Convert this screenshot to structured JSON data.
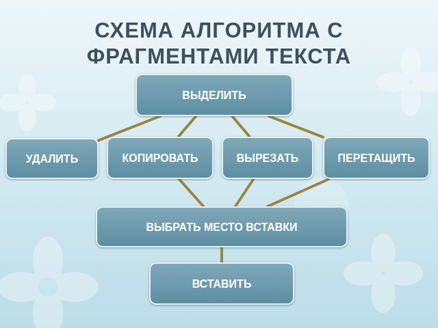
{
  "diagram": {
    "title": "СХЕМА АЛГОРИТМА С ФРАГМЕНТАМИ ТЕКСТА",
    "nodes": [
      {
        "text": [
          "ВЫДЕЛИТЬ"
        ]
      },
      {
        "text": [
          "УДАЛИТЬ"
        ]
      },
      {
        "text": [
          "КОПИРОВАТЬ"
        ]
      },
      {
        "text": [
          "ВЫРЕЗАТЬ"
        ]
      },
      {
        "text": [
          "ПЕРЕТАЩИТЬ"
        ]
      },
      {
        "text": [
          "ВЫБРАТЬ МЕСТО ВСТАВКИ"
        ]
      },
      {
        "text": [
          "ВСТАВИТЬ"
        ]
      }
    ],
    "edges": [
      {
        "from": 0,
        "to": 1,
        "arrow": "none"
      },
      {
        "from": 0,
        "to": 2,
        "arrow": "none"
      },
      {
        "from": 0,
        "to": 3,
        "arrow": "none"
      },
      {
        "from": 0,
        "to": 4,
        "arrow": "none"
      },
      {
        "from": 2,
        "to": 5,
        "arrow": "none"
      },
      {
        "from": 3,
        "to": 5,
        "arrow": "none"
      },
      {
        "from": 4,
        "to": 5,
        "arrow": "none"
      },
      {
        "from": 5,
        "to": 6,
        "arrow": "none"
      }
    ]
  }
}
